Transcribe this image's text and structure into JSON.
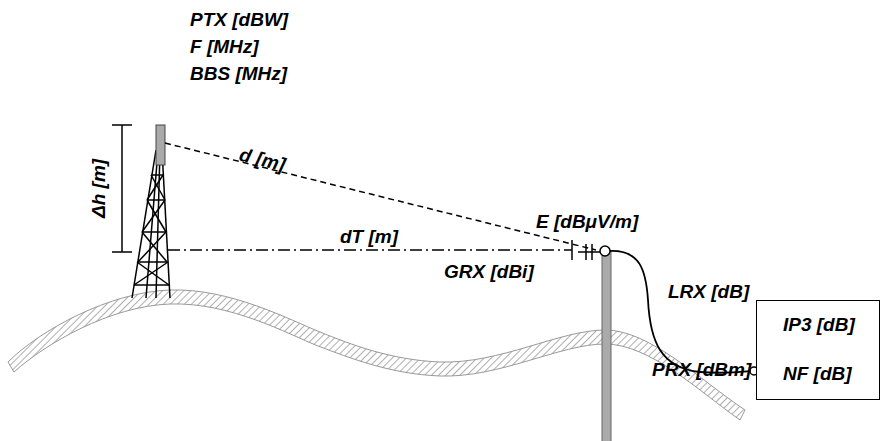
{
  "diagram": {
    "nodes": [
      {
        "text": [
          "IP3 [dB]",
          "NF [dB]"
        ]
      }
    ],
    "labels": [
      "PTX [dBW]",
      "F [MHz]",
      "BBS [MHz]",
      "Δh [m]",
      "d [m]",
      "E [dBμV/m]",
      "GRX [dBi]",
      "dT [m]",
      "LRX [dB]",
      "PRX [dBm]"
    ]
  }
}
